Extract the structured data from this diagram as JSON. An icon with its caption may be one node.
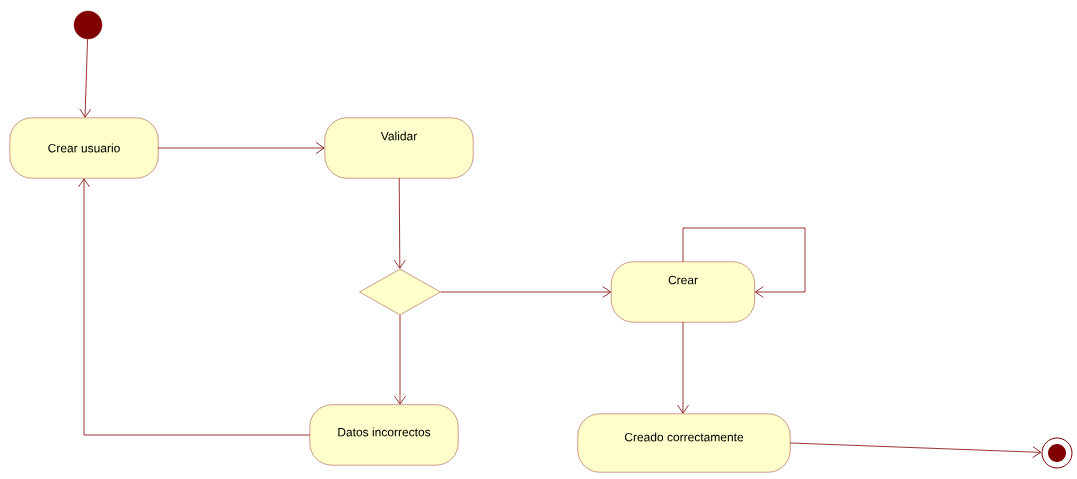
{
  "diagram": {
    "nodes": [
      {
        "text": [],
        "shape": "circle"
      },
      {
        "text": [
          "Crear usuario"
        ]
      },
      {
        "text": [
          "Validar"
        ]
      },
      {
        "text": [],
        "shape": "diamond"
      },
      {
        "text": [
          "Crear"
        ]
      },
      {
        "text": [
          "Datos incorrectos"
        ]
      },
      {
        "text": [
          "Creado correctamente"
        ]
      },
      {
        "text": [],
        "shape": "circle"
      }
    ],
    "edges": [
      {
        "from": 0,
        "to": 1,
        "arrow": "to"
      },
      {
        "from": 1,
        "to": 2,
        "arrow": "to"
      },
      {
        "from": 2,
        "to": 3,
        "arrow": "to"
      },
      {
        "from": 3,
        "to": 4,
        "arrow": "to"
      },
      {
        "from": 3,
        "to": 5,
        "arrow": "to"
      },
      {
        "from": 5,
        "to": 1,
        "arrow": "to"
      },
      {
        "from": 4,
        "to": 4,
        "arrow": "to"
      },
      {
        "from": 4,
        "to": 6,
        "arrow": "to"
      },
      {
        "from": 6,
        "to": 7,
        "arrow": "to"
      }
    ]
  }
}
